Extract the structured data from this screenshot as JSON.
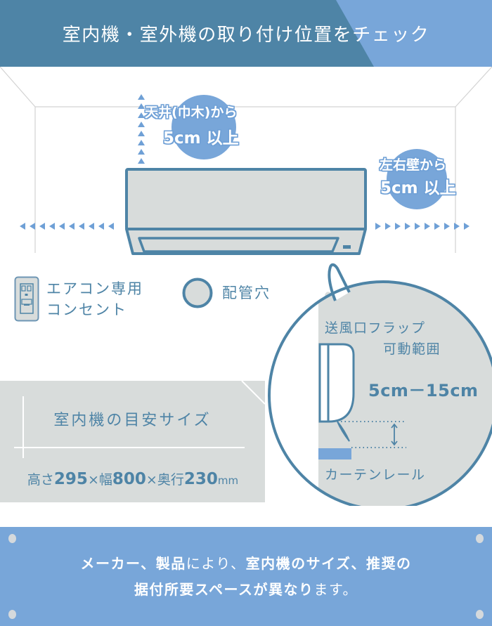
{
  "header": {
    "title": "室内機・室外機の取り付け位置をチェック",
    "bg_color": "#4e84a6",
    "accent_color": "#78a6d9"
  },
  "diagram": {
    "ceiling_clearance": {
      "line1": "天井(巾木)から",
      "line2": "5cm 以上"
    },
    "side_clearance": {
      "line1": "左右壁から",
      "line2": "5cm 以上"
    },
    "colors": {
      "unit_stroke": "#4e84a6",
      "unit_fill": "#d8dcdb",
      "badge": "#78a6d9",
      "arrow": "#6fa0d6",
      "wall_line": "#d0d0d0"
    }
  },
  "legend": {
    "outlet": {
      "icon": "power-outlet-icon",
      "line1": "エアコン専用",
      "line2": "コンセント"
    },
    "pipe_hole": {
      "icon": "pipe-hole-icon",
      "label": "配管穴"
    }
  },
  "size_box": {
    "title": "室内機の目安サイズ",
    "height_label": "高さ",
    "height": "295",
    "width_label": "幅",
    "width": "800",
    "depth_label": "奥行",
    "depth": "230",
    "times": "×",
    "unit": "mm"
  },
  "detail_bubble": {
    "flap_line1": "送風口フラップ",
    "flap_line2": "可動範囲",
    "range": "5cm－15cm",
    "curtain_rail": "カーテンレール"
  },
  "footer": {
    "line1_bold_a": "メーカー、製品",
    "line1_thin": "により、",
    "line1_bold_b": "室内機のサイズ、推奨の",
    "line2_bold": "据付所要スペースが異なり",
    "line2_thin": "ます。"
  }
}
